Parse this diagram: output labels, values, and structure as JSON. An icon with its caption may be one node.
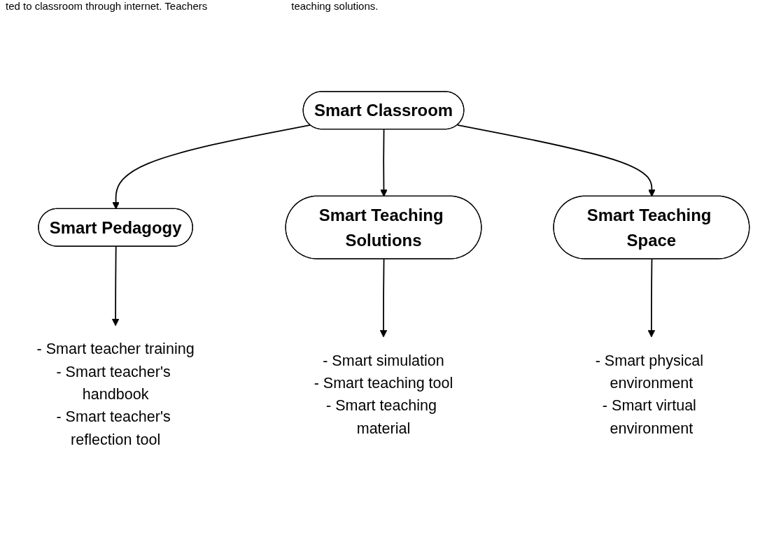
{
  "diagram": {
    "nodes": [
      {
        "text": [
          "Smart Classroom"
        ]
      },
      {
        "text": [
          "Smart Pedagogy"
        ]
      },
      {
        "text": [
          "Smart Teaching Solutions"
        ]
      },
      {
        "text": [
          "Smart Teaching Space"
        ]
      },
      {
        "text": [
          "- Smart teacher training",
          "- Smart teacher's handbook",
          "- Smart teacher's reflection tool"
        ]
      },
      {
        "text": [
          "- Smart simulation",
          "- Smart teaching tool",
          "- Smart teaching material"
        ]
      },
      {
        "text": [
          "- Smart physical environment",
          "- Smart virtual environment"
        ]
      }
    ],
    "edges": [
      {
        "from": 0,
        "to": 1,
        "arrow": "to"
      },
      {
        "from": 0,
        "to": 2,
        "arrow": "to"
      },
      {
        "from": 0,
        "to": 3,
        "arrow": "to"
      },
      {
        "from": 1,
        "to": 4,
        "arrow": "to"
      },
      {
        "from": 2,
        "to": 5,
        "arrow": "to"
      },
      {
        "from": 3,
        "to": 6,
        "arrow": "to"
      }
    ],
    "labels": [
      "ted to classroom through internet. Teachers",
      "teaching solutions."
    ]
  }
}
